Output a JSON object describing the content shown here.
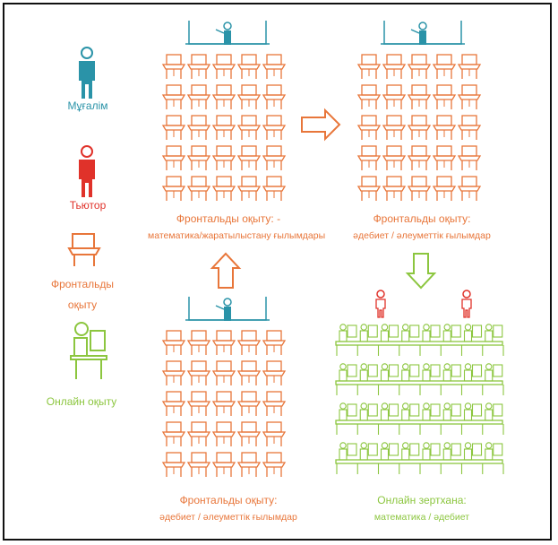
{
  "legend": {
    "teacher_label": "Мұғалім",
    "tutor_label": "Тьютор",
    "frontal_label_line1": "Фронтальды",
    "frontal_label_line2": "оқыту",
    "online_label": "Онлайн оқыту"
  },
  "panels": {
    "top_left": {
      "title": "Фронтальды оқыту: -",
      "subtitle": "математика/жаратылыстану ғылымдары"
    },
    "top_right": {
      "title": "Фронтальды оқыту:",
      "subtitle": "әдебиет / әлеуметтік ғылымдар"
    },
    "bottom_left": {
      "title": "Фронтальды оқыту:",
      "subtitle": "әдебиет / әлеуметтік ғылымдар"
    },
    "bottom_right": {
      "title": "Онлайн зертхана:",
      "subtitle": "математика / әдебиет"
    }
  },
  "colors": {
    "teacher": "#2a93a8",
    "tutor": "#e0322a",
    "frontal": "#e8763a",
    "online": "#8cc63f"
  }
}
